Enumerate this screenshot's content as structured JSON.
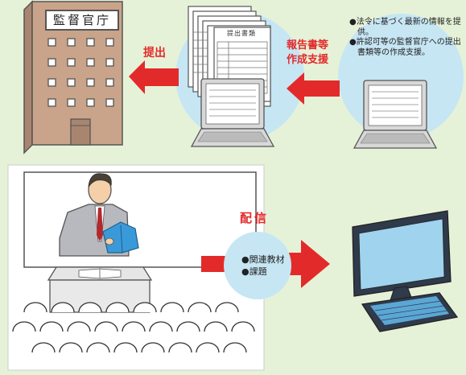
{
  "top": {
    "building_sign": "監督官庁",
    "submit_label": "提出",
    "support_label_line1": "報告書等",
    "support_label_line2": "作成支援",
    "document_title": "提出書類",
    "info_bullets": [
      "法令に基づく最新の情報を提供。",
      "許認可等の監督官庁への提出書類等の作成支援。"
    ],
    "bullet_mark": "●"
  },
  "bottom": {
    "deliver_label": "配信",
    "content_bullets": [
      "関連教材",
      "課題"
    ],
    "bullet_mark": "●"
  },
  "colors": {
    "background": "#e6f2d8",
    "accent_red": "#e32a2a",
    "circle_blue": "#c6e6f4",
    "building": "#c9a48a",
    "screen_blue": "#9fd3ee"
  }
}
